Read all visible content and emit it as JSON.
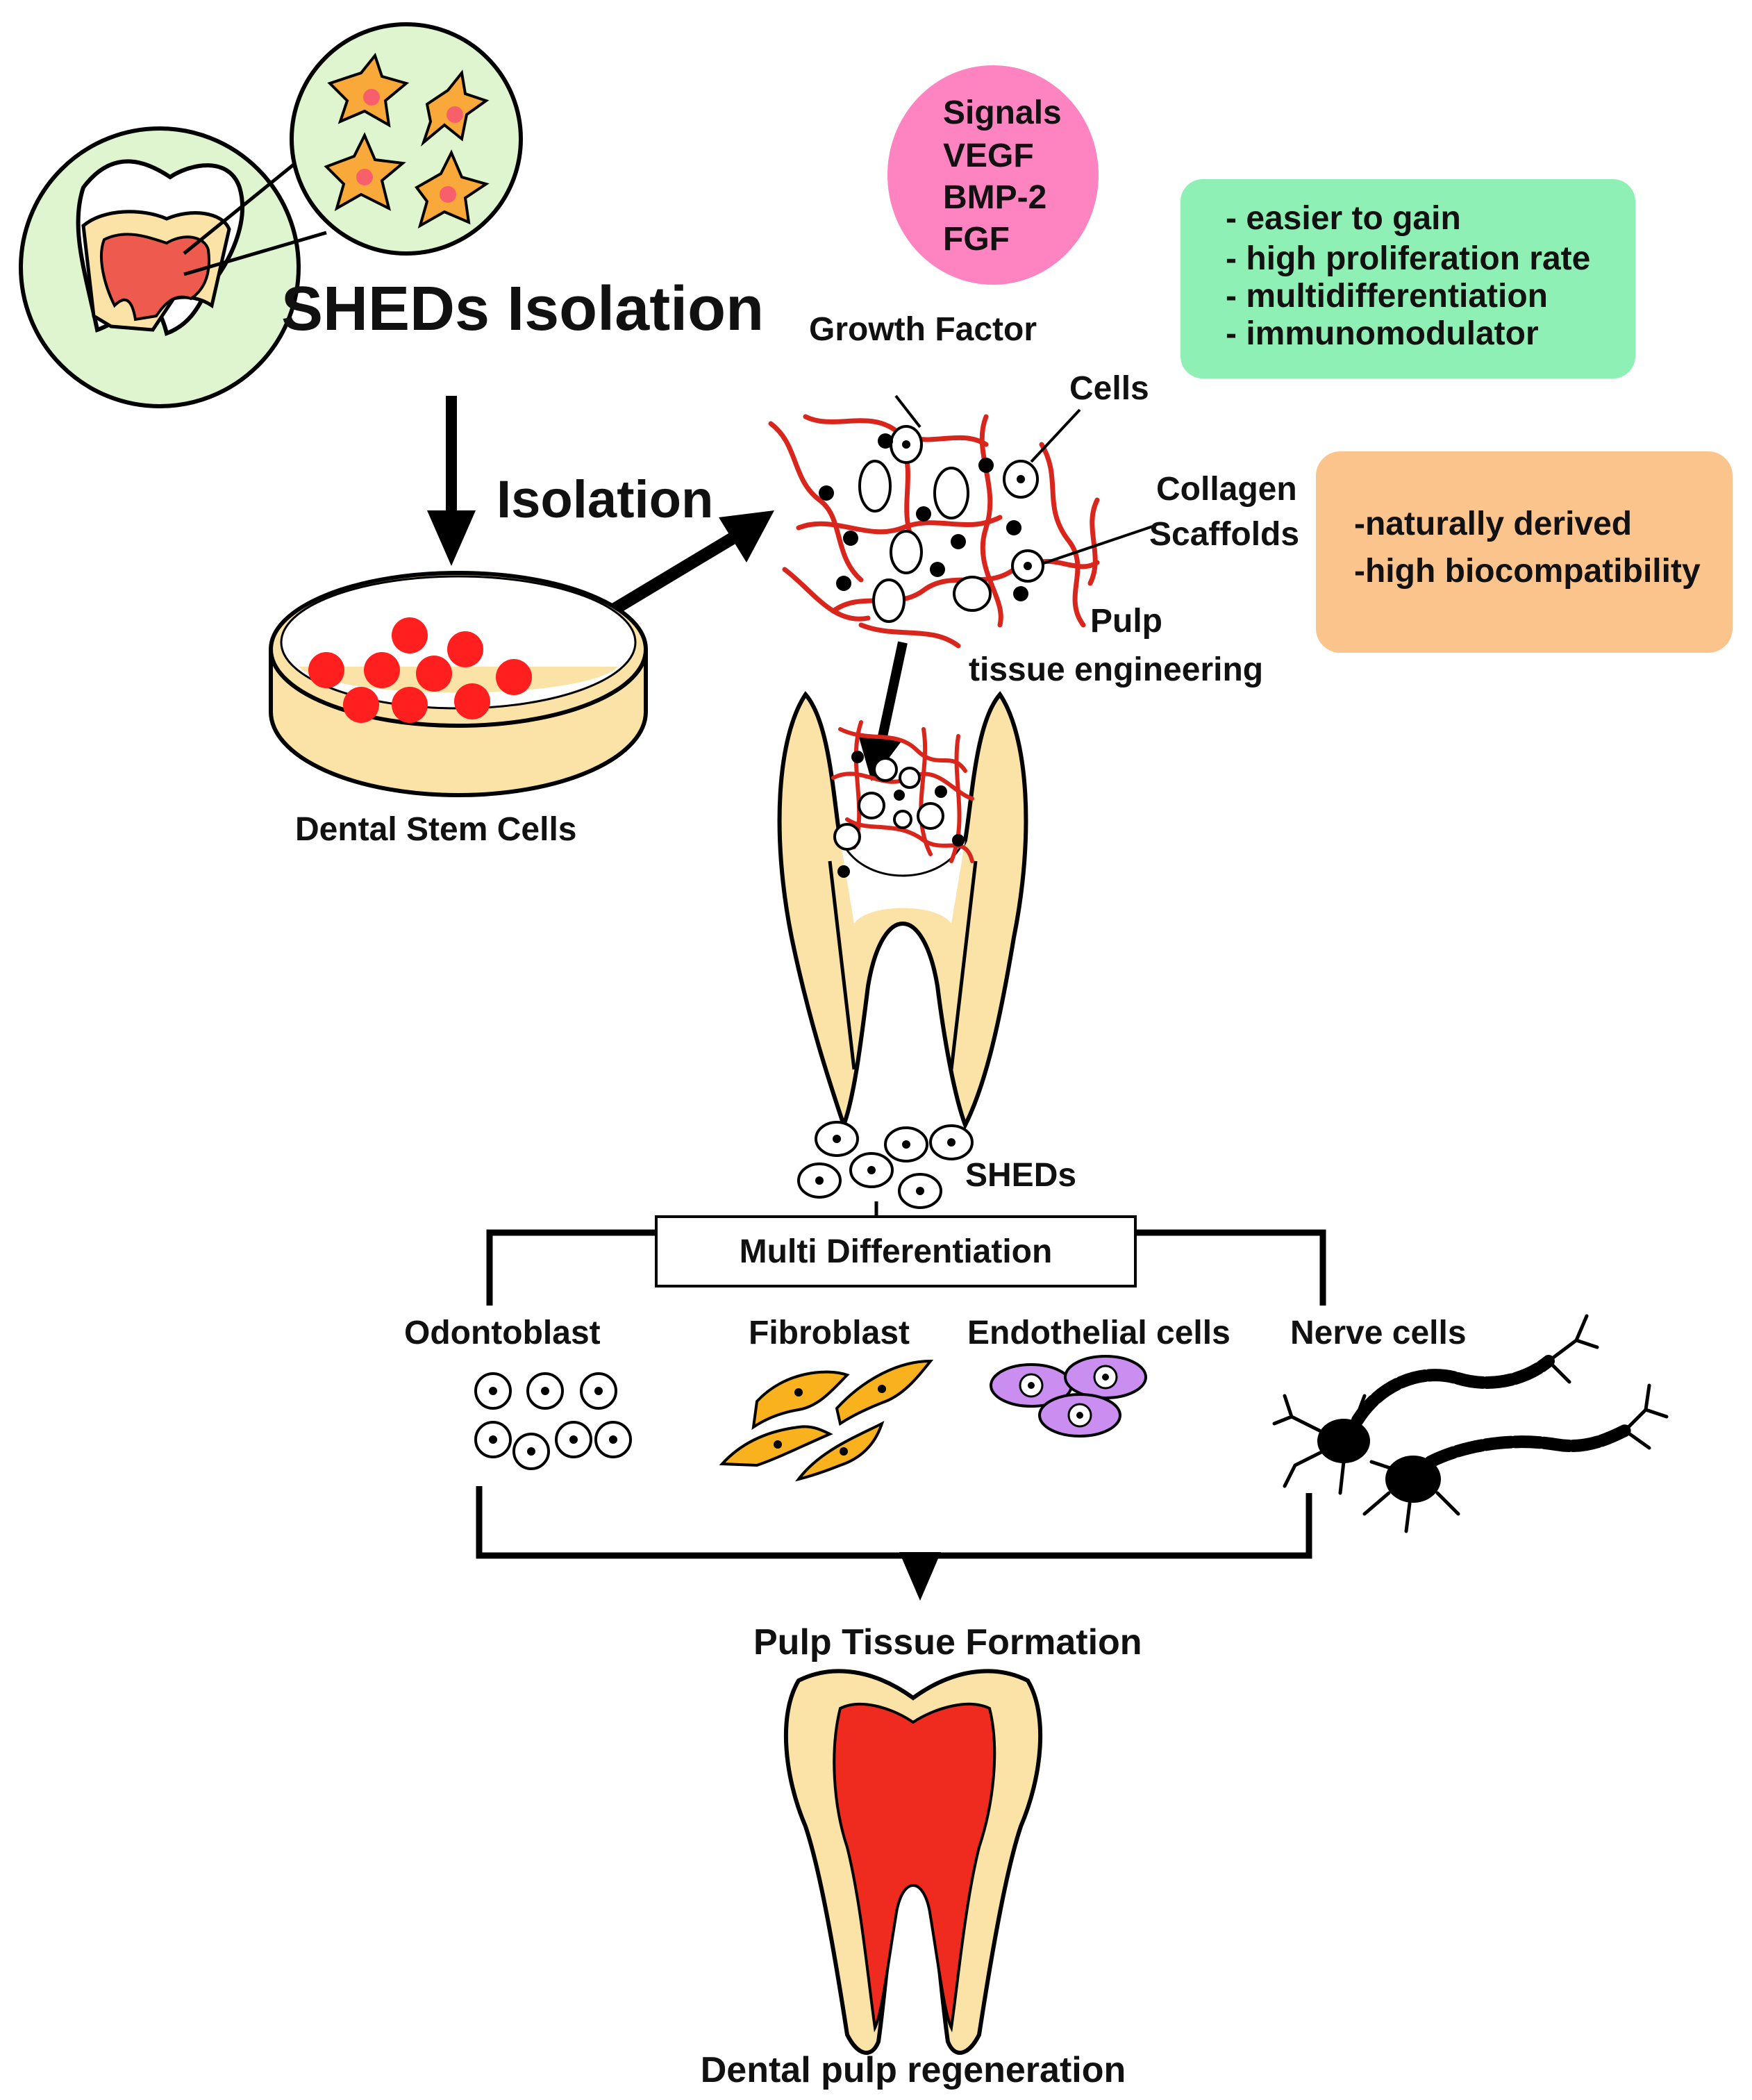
{
  "labels": {
    "sheds_isolation": "SHEDs Isolation",
    "isolation": "Isolation",
    "dental_stem_cells": "Dental Stem Cells",
    "growth_factor": "Growth Factor",
    "cells": "Cells",
    "collagen": "Collagen",
    "scaffolds": "Scaffolds",
    "pulp": "Pulp",
    "tissue_engineering": "tissue engineering",
    "sheds": "SHEDs",
    "multi_differentiation": "Multi Differentiation",
    "pulp_tissue_formation": "Pulp Tissue Formation",
    "dental_pulp_regeneration": "Dental pulp regeneration"
  },
  "signals": {
    "title": "Signals",
    "items": [
      "VEGF",
      "BMP-2",
      "FGF"
    ]
  },
  "sheds_benefits": [
    "- easier to gain",
    "- high proliferation rate",
    "- multidifferentiation",
    "- immunomodulator"
  ],
  "collagen_benefits": [
    "-naturally derived",
    "-high biocompatibility"
  ],
  "cell_types": [
    "Odontoblast",
    "Fibroblast",
    "Endothelial cells",
    "Nerve cells"
  ],
  "colors": {
    "tooth": "#fbe3a8",
    "pulp": "#ef2a1e",
    "circle_bg": "#def5d0",
    "signals_bg": "#fd84c0",
    "benefits_green": "#8ef0b4",
    "benefits_orange": "#fcc48d",
    "fibroblast": "#f9b21e",
    "endothelial": "#c98ef0",
    "dish_red": "#ff1f1f"
  }
}
